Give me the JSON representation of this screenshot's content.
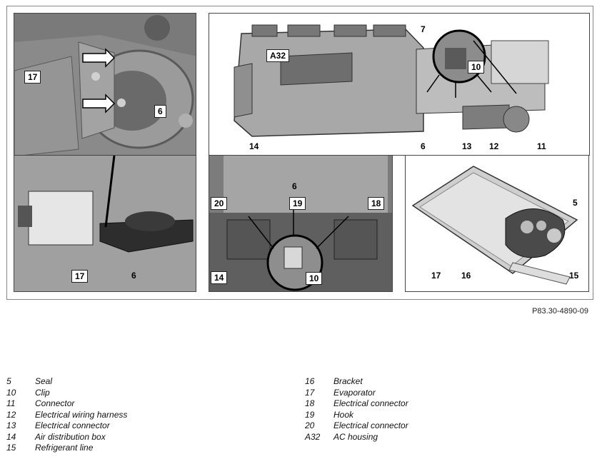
{
  "figure": {
    "reference": "P83.30-4890-09",
    "panels": [
      {
        "id": "p1",
        "callouts": [
          "17",
          "6"
        ]
      },
      {
        "id": "p2",
        "callouts": [
          "A32",
          "7",
          "10",
          "14",
          "6",
          "13",
          "12",
          "11"
        ]
      },
      {
        "id": "p3",
        "callouts": [
          "17",
          "6"
        ]
      },
      {
        "id": "p4",
        "callouts": [
          "6",
          "20",
          "19",
          "18",
          "14",
          "10"
        ]
      },
      {
        "id": "p5",
        "callouts": [
          "5",
          "17",
          "16",
          "15"
        ]
      }
    ]
  },
  "legend": {
    "left": [
      {
        "num": "5",
        "label": "Seal"
      },
      {
        "num": "10",
        "label": "Clip"
      },
      {
        "num": "11",
        "label": "Connector"
      },
      {
        "num": "12",
        "label": "Electrical wiring harness"
      },
      {
        "num": "13",
        "label": "Electrical connector"
      },
      {
        "num": "14",
        "label": "Air distribution box"
      },
      {
        "num": "15",
        "label": "Refrigerant line"
      }
    ],
    "right": [
      {
        "num": "16",
        "label": "Bracket"
      },
      {
        "num": "17",
        "label": "Evaporator"
      },
      {
        "num": "18",
        "label": "Electrical connector"
      },
      {
        "num": "19",
        "label": "Hook"
      },
      {
        "num": "20",
        "label": "Electrical connector"
      },
      {
        "num": "A32",
        "label": "AC housing"
      }
    ]
  }
}
